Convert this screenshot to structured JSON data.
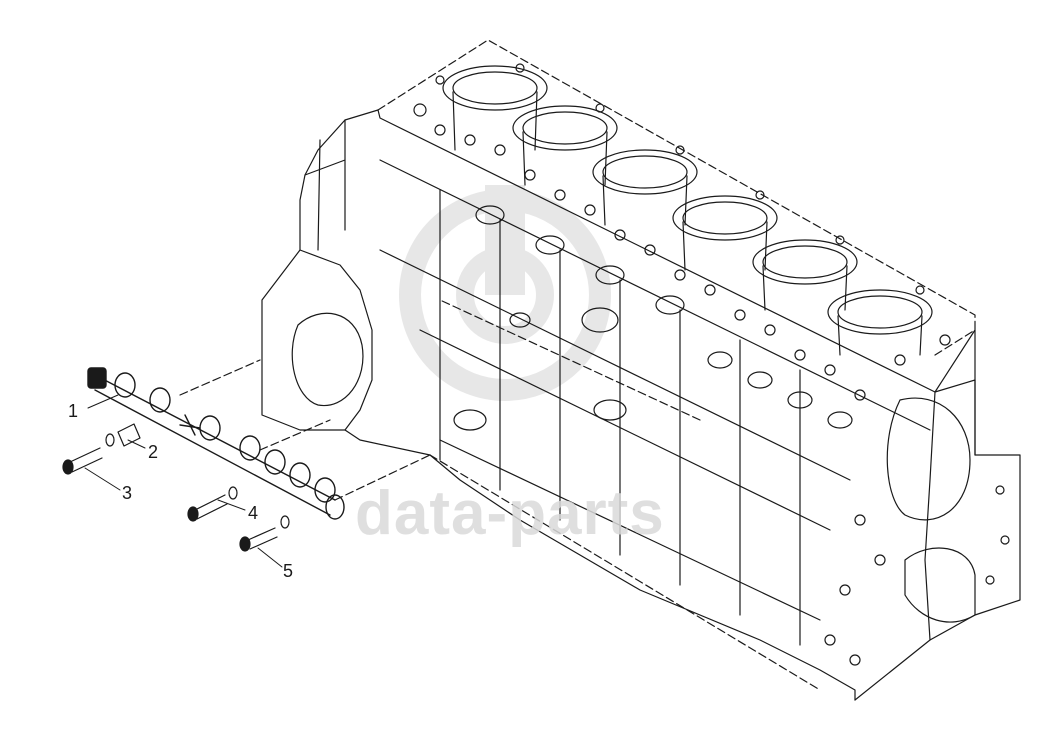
{
  "callouts": {
    "c1": "1",
    "c2": "2",
    "c3": "3",
    "c4": "4",
    "c5": "5"
  },
  "watermark": {
    "text": "data-parts"
  },
  "colors": {
    "line": "#1a1a1a",
    "watermark": "#d8d8d8"
  }
}
